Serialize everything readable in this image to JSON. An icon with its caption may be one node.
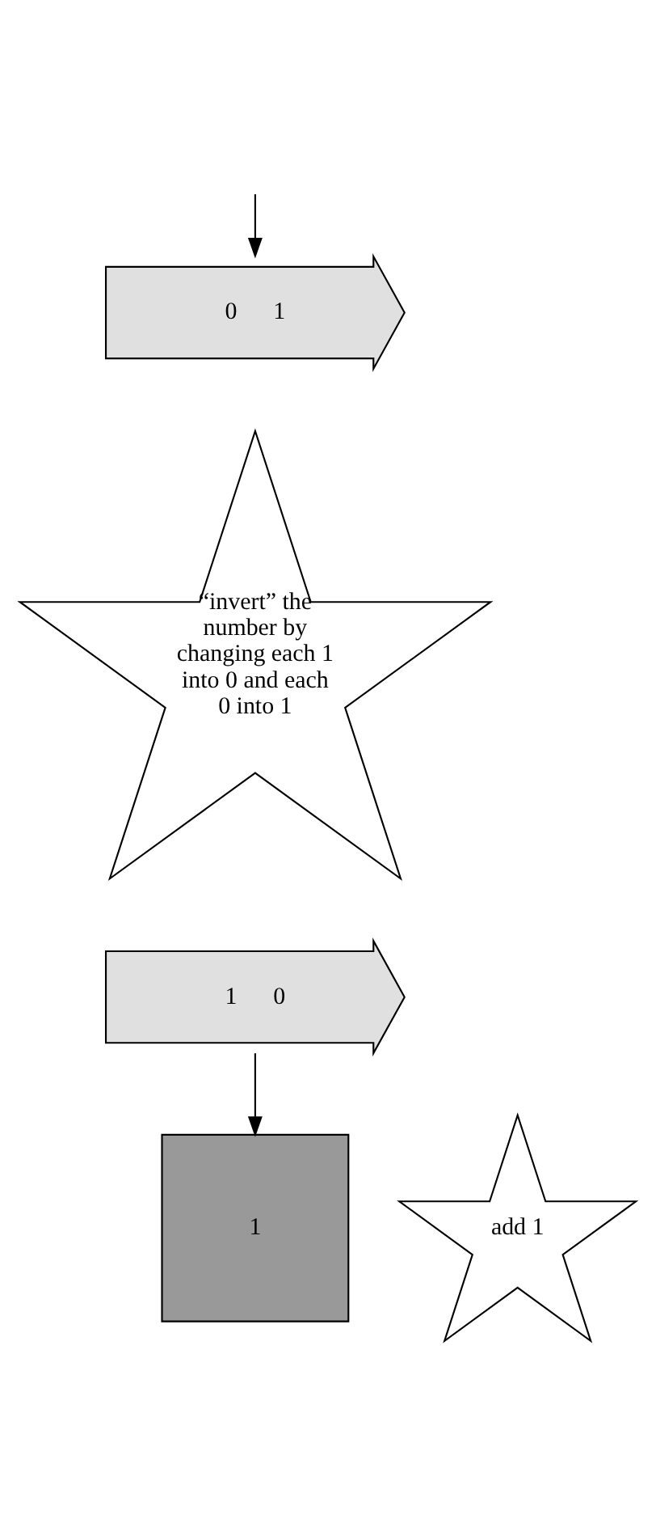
{
  "diagram": {
    "nodes": [
      {
        "text": [
          "0",
          "1"
        ]
      },
      {
        "text": [
          "“invert” the number by changing each 1 into 0 and each 0 into 1"
        ]
      },
      {
        "text": [
          "1",
          "0"
        ]
      },
      {
        "text": [
          "add 1"
        ]
      },
      {
        "text": [
          "1"
        ]
      }
    ],
    "edges": [
      {
        "from": null,
        "to": 0,
        "arrow": "to"
      },
      {
        "from": 2,
        "to": 4,
        "arrow": "to"
      }
    ]
  }
}
